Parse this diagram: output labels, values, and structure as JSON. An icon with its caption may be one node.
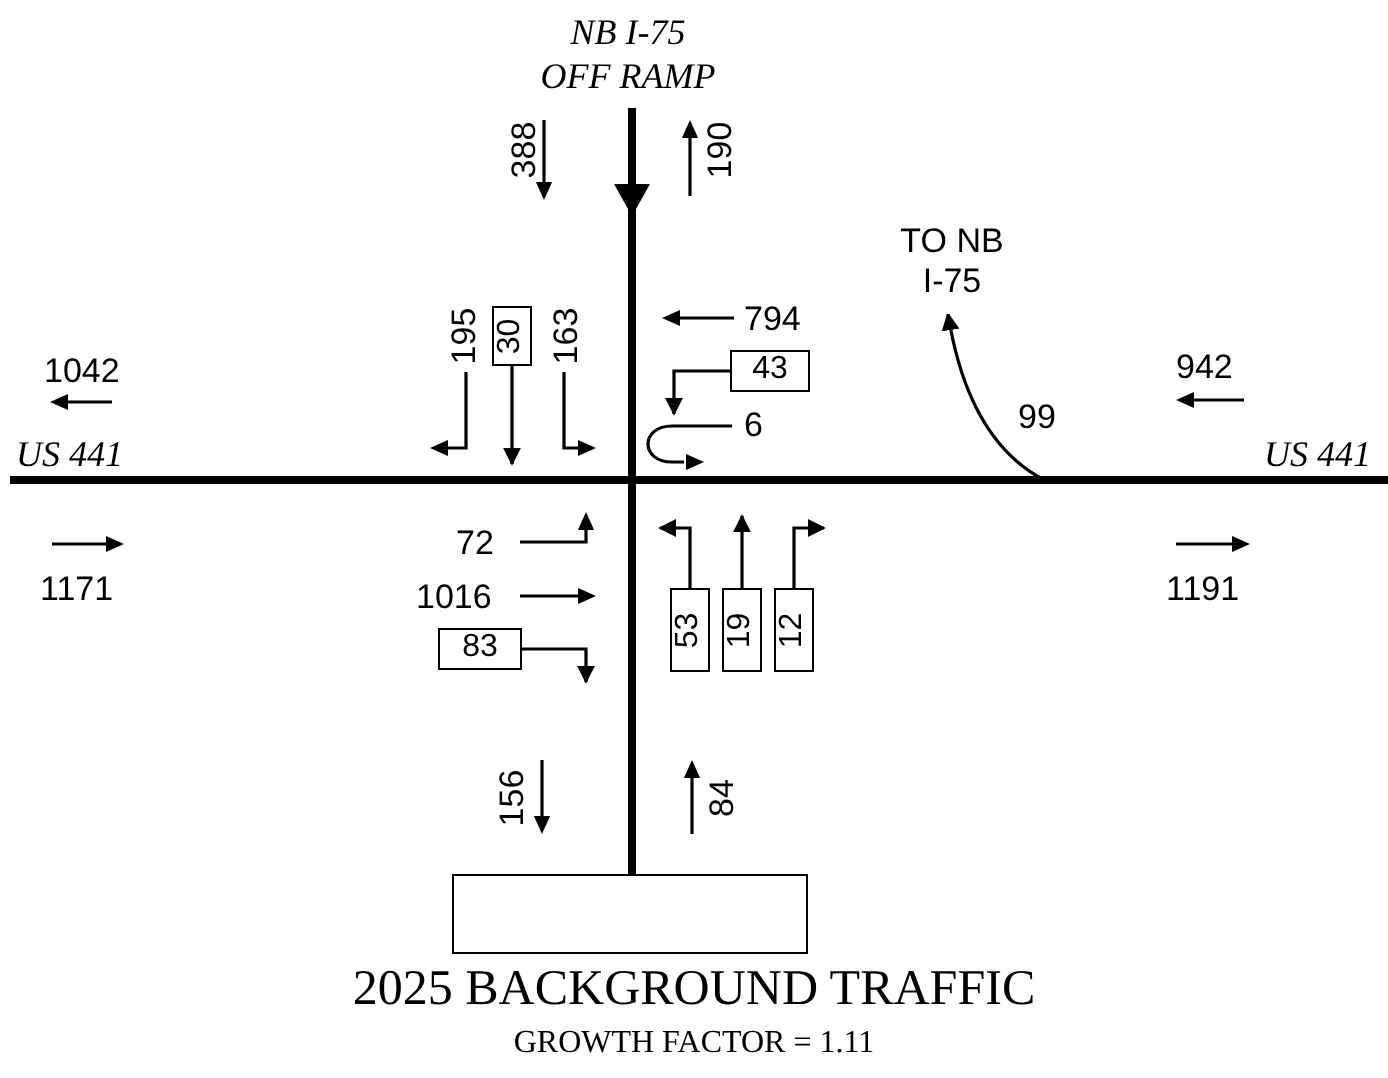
{
  "diagram": {
    "title": "2025 BACKGROUND TRAFFIC",
    "caption": "GROWTH FACTOR = 1.11",
    "nodes": [
      {
        "text": [
          "30"
        ]
      },
      {
        "text": [
          "43"
        ]
      },
      {
        "text": [
          "TO NB I-75"
        ]
      },
      {
        "text": [
          "83"
        ]
      },
      {
        "text": [
          "53"
        ]
      },
      {
        "text": [
          "19"
        ]
      },
      {
        "text": [
          "12"
        ]
      },
      {
        "text": [],
        "shape": "box"
      }
    ],
    "edges": [
      {
        "from": 0,
        "to": null,
        "arrow": "to"
      },
      {
        "from": 1,
        "to": null,
        "arrow": "to"
      },
      {
        "from": null,
        "to": 2,
        "arrow": "to",
        "label": "99"
      },
      {
        "from": 3,
        "to": null,
        "arrow": "to"
      },
      {
        "from": 4,
        "to": null,
        "arrow": "to"
      },
      {
        "from": 5,
        "to": null,
        "arrow": "to"
      },
      {
        "from": 6,
        "to": null,
        "arrow": "to"
      }
    ],
    "labels": [
      "NB I-75 OFF RAMP",
      "388",
      "190",
      "195",
      "163",
      "794",
      "1042",
      "942",
      "6",
      "US 441",
      "US 441",
      "72",
      "1171",
      "1016",
      "1191",
      "156",
      "84"
    ]
  }
}
